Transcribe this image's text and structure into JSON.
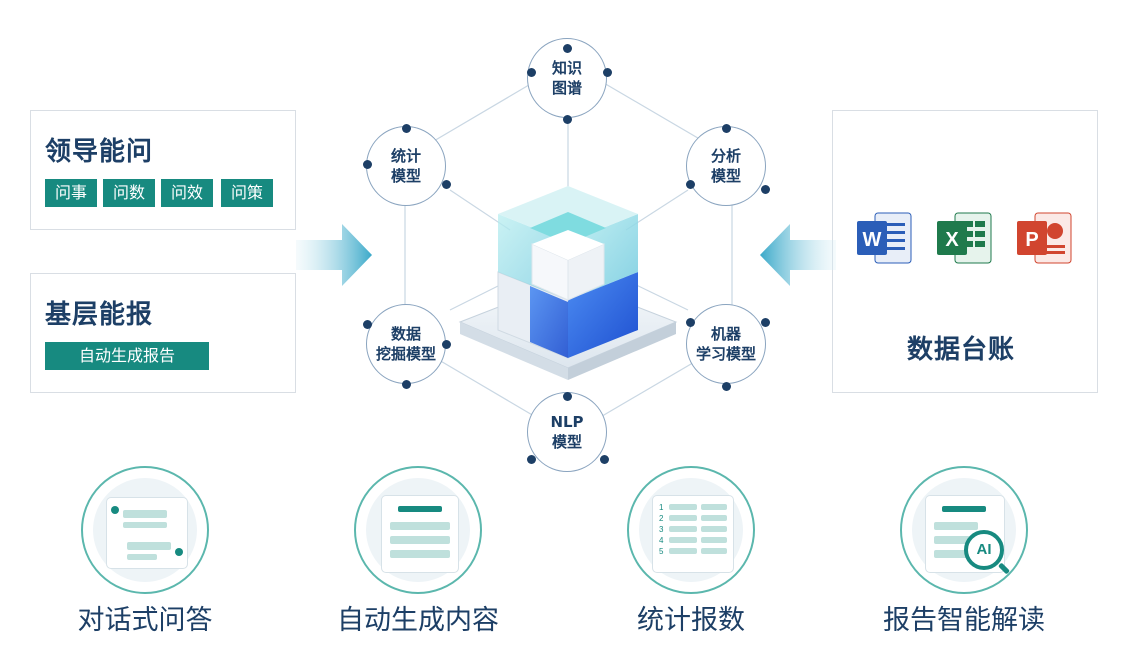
{
  "left_panels": [
    {
      "title": "领导能问",
      "tags": [
        "问事",
        "问数",
        "问效",
        "问策"
      ]
    },
    {
      "title": "基层能报",
      "tags": [
        "自动生成报告"
      ]
    }
  ],
  "right_panel": {
    "title": "数据台账",
    "file_icons": [
      "word-icon",
      "excel-icon",
      "powerpoint-icon"
    ],
    "icon_letters": [
      "W",
      "X",
      "P"
    ]
  },
  "center_nodes": {
    "top": "知识\n图谱",
    "top_left": "统计\n模型",
    "top_right": "分析\n模型",
    "bottom_left": "数据\n挖掘模型",
    "bottom_right": "机器\n学习模型",
    "bottom": "NLP\n模型"
  },
  "features": [
    {
      "label": "对话式问答",
      "icon": "chat-icon"
    },
    {
      "label": "自动生成内容",
      "icon": "document-icon"
    },
    {
      "label": "统计报数",
      "icon": "list-icon",
      "row_numbers": [
        "1",
        "2",
        "3",
        "4",
        "5"
      ]
    },
    {
      "label": "报告智能解读",
      "icon": "ai-search-icon",
      "badge": "AI"
    }
  ],
  "colors": {
    "teal": "#178a80",
    "navy": "#1d3f66",
    "blue": "#2f6fe0",
    "cyan": "#6fd7dc"
  }
}
